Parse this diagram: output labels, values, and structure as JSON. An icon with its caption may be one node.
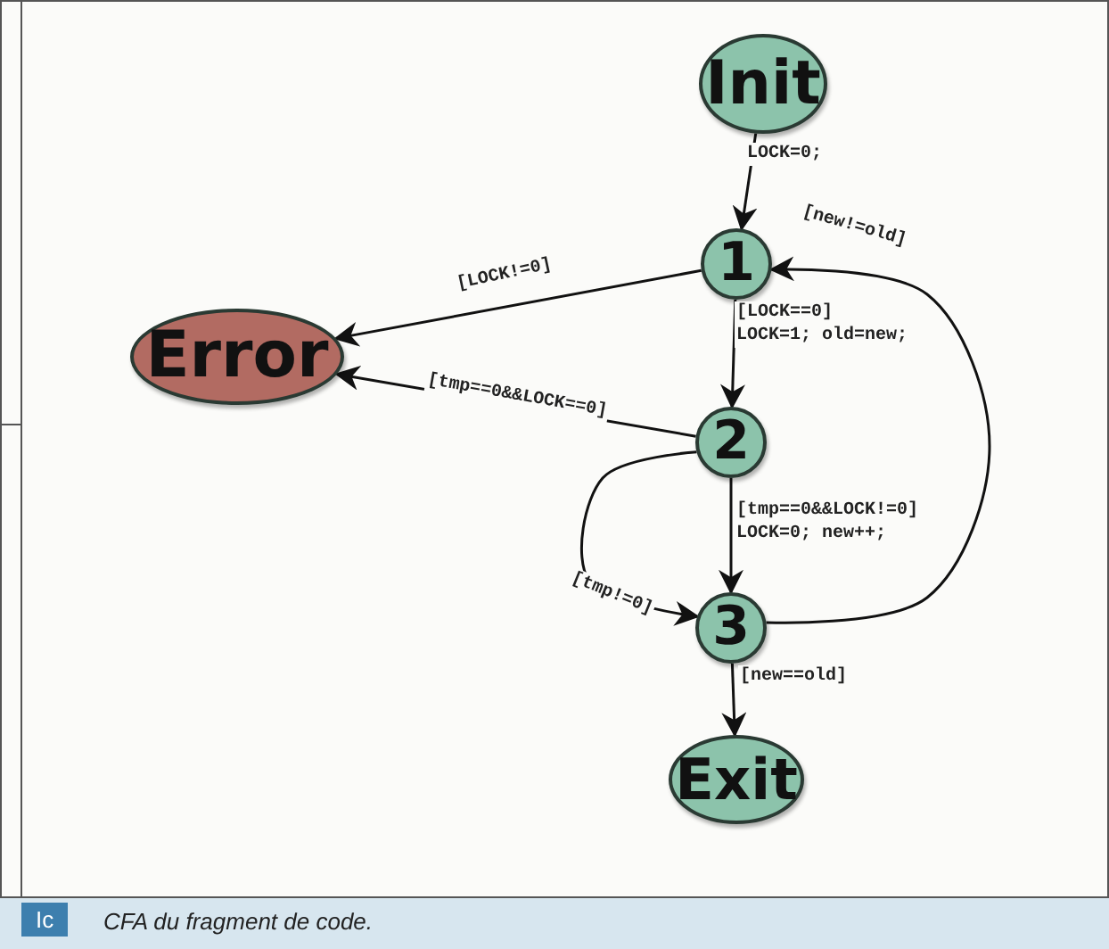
{
  "diagram": {
    "caption": "CFA du fragment de code.",
    "nodes": [
      {
        "text": [
          "Init"
        ]
      },
      {
        "text": [
          "1"
        ]
      },
      {
        "text": [
          "Error"
        ]
      },
      {
        "text": [
          "2"
        ]
      },
      {
        "text": [
          "3"
        ]
      },
      {
        "text": [
          "Exit"
        ]
      }
    ],
    "edges": [
      {
        "from": 0,
        "to": 1,
        "arrow": "to",
        "label": "LOCK=0;"
      },
      {
        "from": 1,
        "to": 2,
        "arrow": "to",
        "label": "[LOCK!=0]"
      },
      {
        "from": 1,
        "to": 3,
        "arrow": "to",
        "label": "[LOCK==0] LOCK=1; old=new;"
      },
      {
        "from": 3,
        "to": 2,
        "arrow": "to",
        "label": "[tmp==0&&LOCK==0]"
      },
      {
        "from": 3,
        "to": 4,
        "arrow": "to",
        "label": "[tmp==0&&LOCK!=0] LOCK=0; new++;"
      },
      {
        "from": 3,
        "to": 4,
        "arrow": "to",
        "label": "[tmp!=0]"
      },
      {
        "from": 4,
        "to": 1,
        "arrow": "to",
        "label": "[new!=old]"
      },
      {
        "from": 4,
        "to": 5,
        "arrow": "to",
        "label": "[new==old]"
      }
    ],
    "labels": [
      "Ic"
    ]
  }
}
